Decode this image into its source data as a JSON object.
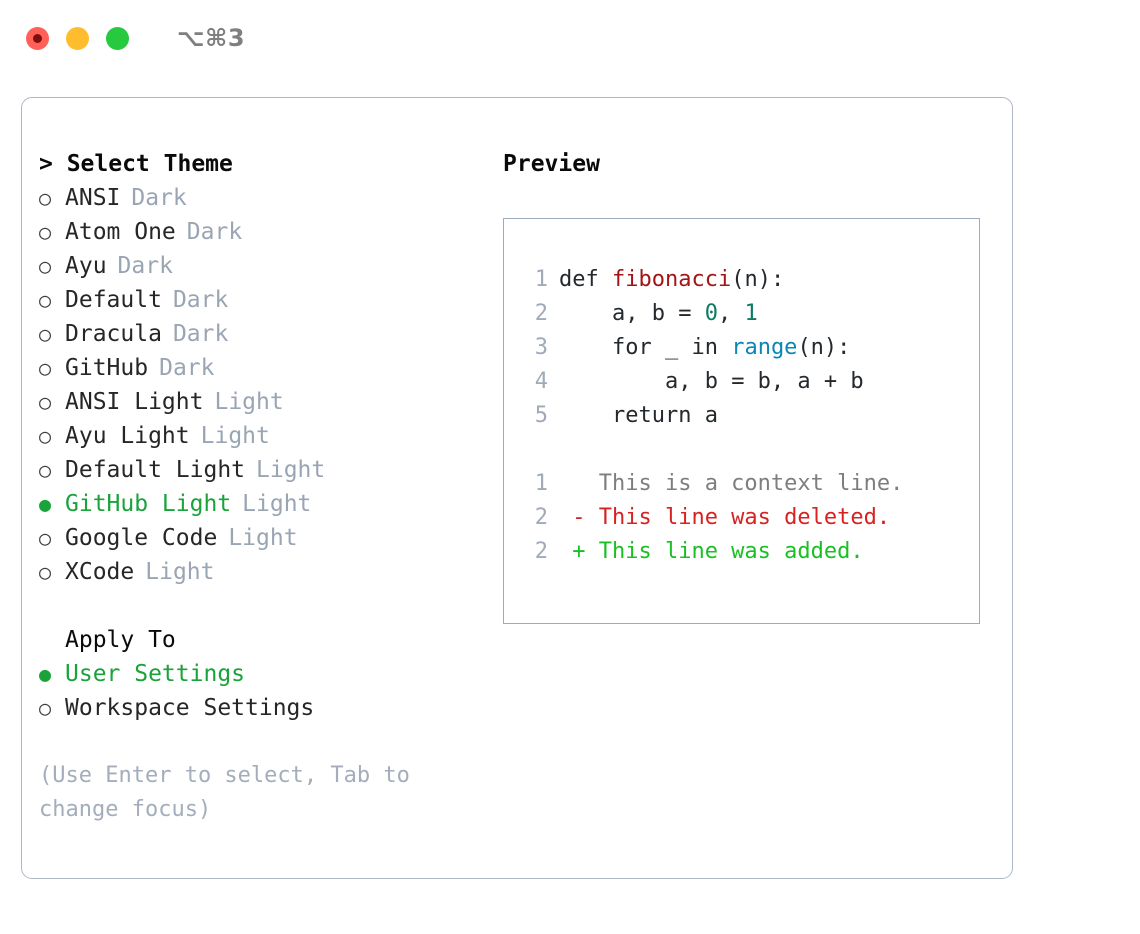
{
  "window": {
    "title": "⌥⌘3",
    "traffic_lights": [
      {
        "name": "close",
        "color": "#ff6058"
      },
      {
        "name": "minimize",
        "color": "#ffbd2e"
      },
      {
        "name": "maximize",
        "color": "#27c93f"
      }
    ]
  },
  "theme_selector": {
    "heading": "> Select Theme",
    "selected_theme": "GitHub Light",
    "bullet_unselected": "○",
    "bullet_selected": "●",
    "items": [
      {
        "label": "ANSI",
        "tag": "Dark",
        "selected": false
      },
      {
        "label": "Atom One",
        "tag": "Dark",
        "selected": false
      },
      {
        "label": "Ayu",
        "tag": "Dark",
        "selected": false
      },
      {
        "label": "Default",
        "tag": "Dark",
        "selected": false
      },
      {
        "label": "Dracula",
        "tag": "Dark",
        "selected": false
      },
      {
        "label": "GitHub",
        "tag": "Dark",
        "selected": false
      },
      {
        "label": "ANSI Light",
        "tag": "Light",
        "selected": false
      },
      {
        "label": "Ayu Light",
        "tag": "Light",
        "selected": false
      },
      {
        "label": "Default Light",
        "tag": "Light",
        "selected": false
      },
      {
        "label": "GitHub Light",
        "tag": "Light",
        "selected": true
      },
      {
        "label": "Google Code",
        "tag": "Light",
        "selected": false
      },
      {
        "label": "XCode",
        "tag": "Light",
        "selected": false
      }
    ]
  },
  "apply_to": {
    "heading": "Apply To",
    "selected": "User Settings",
    "items": [
      {
        "label": "User Settings",
        "selected": true
      },
      {
        "label": "Workspace Settings",
        "selected": false
      }
    ]
  },
  "hint": "(Use Enter to select, Tab to change focus)",
  "preview": {
    "heading": "Preview",
    "code_lines": [
      {
        "num": "1",
        "indent": "",
        "parts": [
          {
            "t": "def ",
            "c": "plain"
          },
          {
            "t": "fibonacci",
            "c": "fn"
          },
          {
            "t": "(n):",
            "c": "plain"
          }
        ]
      },
      {
        "num": "2",
        "indent": "    ",
        "parts": [
          {
            "t": "a, b = ",
            "c": "plain"
          },
          {
            "t": "0",
            "c": "num"
          },
          {
            "t": ", ",
            "c": "plain"
          },
          {
            "t": "1",
            "c": "num"
          }
        ]
      },
      {
        "num": "3",
        "indent": "    ",
        "parts": [
          {
            "t": "for _ in ",
            "c": "plain"
          },
          {
            "t": "range",
            "c": "call"
          },
          {
            "t": "(n):",
            "c": "plain"
          }
        ]
      },
      {
        "num": "4",
        "indent": "        ",
        "parts": [
          {
            "t": "a, b = b, a + b",
            "c": "plain"
          }
        ]
      },
      {
        "num": "5",
        "indent": "    ",
        "parts": [
          {
            "t": "return a",
            "c": "plain"
          }
        ]
      }
    ],
    "diff_lines": [
      {
        "num": "1",
        "marker": " ",
        "text": "This is a context line.",
        "kind": "ctx"
      },
      {
        "num": "2",
        "marker": "-",
        "text": "This line was deleted.",
        "kind": "del"
      },
      {
        "num": "2",
        "marker": "+",
        "text": "This line was added.",
        "kind": "add"
      }
    ]
  },
  "colors": {
    "accent_green": "#19a33a",
    "muted": "#9aa5b4",
    "border": "#aeb7c4",
    "syntax_function": "#a31515",
    "syntax_number": "#0d7a62",
    "syntax_call": "#0b86b8",
    "diff_deleted": "#d72222",
    "diff_added": "#18c023",
    "diff_context": "#7e7e7e"
  }
}
